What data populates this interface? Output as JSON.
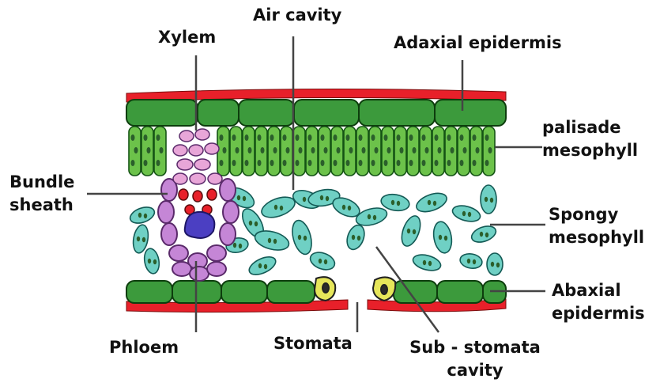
{
  "labels": {
    "air_cavity": "Air cavity",
    "xylem": "Xylem",
    "adaxial": "Adaxial epidermis",
    "palisade_1": "palisade",
    "palisade_2": "mesophyll",
    "bundle_1": "Bundle",
    "bundle_2": "sheath",
    "spongy_1": "Spongy",
    "spongy_2": "mesophyll",
    "abaxial_1": "Abaxial",
    "abaxial_2": "epidermis",
    "phloem": "Phloem",
    "stomata": "Stomata",
    "sub_1": "Sub - stomata",
    "sub_2": "cavity"
  },
  "colors": {
    "cuticle": "#e8202a",
    "epidermis": "#3c9a3c",
    "palisade": "#6cc24a",
    "spongy": "#6fd0c4",
    "bundle_sheath": "#c586d6",
    "xylem": "#e8a6d8",
    "phloem": "#4b3fc2",
    "guard_cell": "#e6e65a",
    "nucleus": "#2b5f2b"
  }
}
